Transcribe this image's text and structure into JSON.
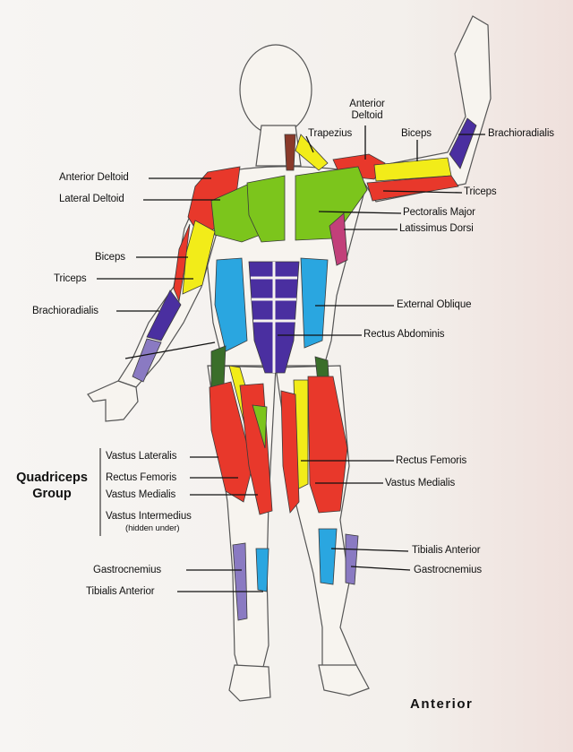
{
  "labels": {
    "trapezius": "Trapezius",
    "anterior_deltoid_top_1": "Anterior",
    "anterior_deltoid_top_2": "Deltoid",
    "biceps_right": "Biceps",
    "brachioradialis_right": "Brachioradialis",
    "anterior_deltoid_left": "Anterior Deltoid",
    "lateral_deltoid": "Lateral Deltoid",
    "triceps_right": "Triceps",
    "pectoralis_major": "Pectoralis Major",
    "latissimus_dorsi": "Latissimus Dorsi",
    "biceps_left": "Biceps",
    "triceps_left": "Triceps",
    "brachioradialis_left": "Brachioradialis",
    "external_oblique": "External Oblique",
    "rectus_abdominis": "Rectus Abdominis",
    "vastus_lateralis": "Vastus Lateralis",
    "rectus_femoris_left": "Rectus Femoris",
    "vastus_medialis_left": "Vastus Medialis",
    "vastus_intermedius": "Vastus Intermedius",
    "hidden_under": "(hidden under)",
    "rectus_femoris_right": "Rectus Femoris",
    "vastus_medialis_right": "Vastus Medialis",
    "tibialis_anterior_right": "Tibialis Anterior",
    "gastrocnemius_right": "Gastrocnemius",
    "gastrocnemius_left": "Gastrocnemius",
    "tibialis_anterior_left": "Tibialis Anterior"
  },
  "group_title_1": "Quadriceps",
  "group_title_2": "Group",
  "view_label": "Anterior",
  "colors": {
    "red": "#e8382b",
    "green": "#7cc51c",
    "yellow": "#f2ec19",
    "blue": "#2aa6e0",
    "purple": "#4a2fa0",
    "lavender": "#8a7ac2",
    "magenta": "#c2407a",
    "darkgreen": "#3a6e2a",
    "skin": "#f7f4ef",
    "outline": "#555555"
  }
}
